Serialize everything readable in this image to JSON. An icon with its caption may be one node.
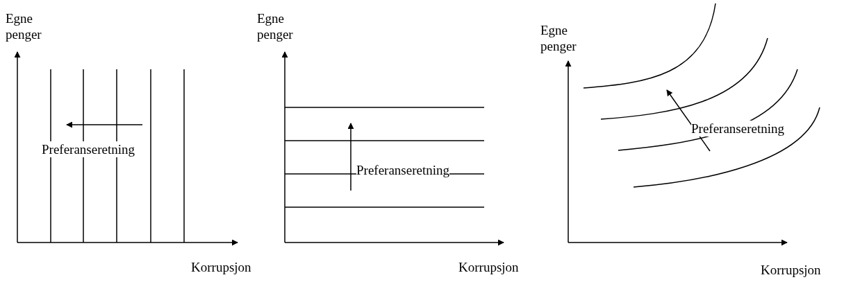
{
  "diagram": {
    "labels": [
      "Egne penger",
      "Preferanseretning",
      "Korrupsjon",
      "Egne penger",
      "Preferanseretning",
      "Korrupsjon",
      "Egne penger",
      "Preferanseretning",
      "Korrupsjon"
    ]
  }
}
